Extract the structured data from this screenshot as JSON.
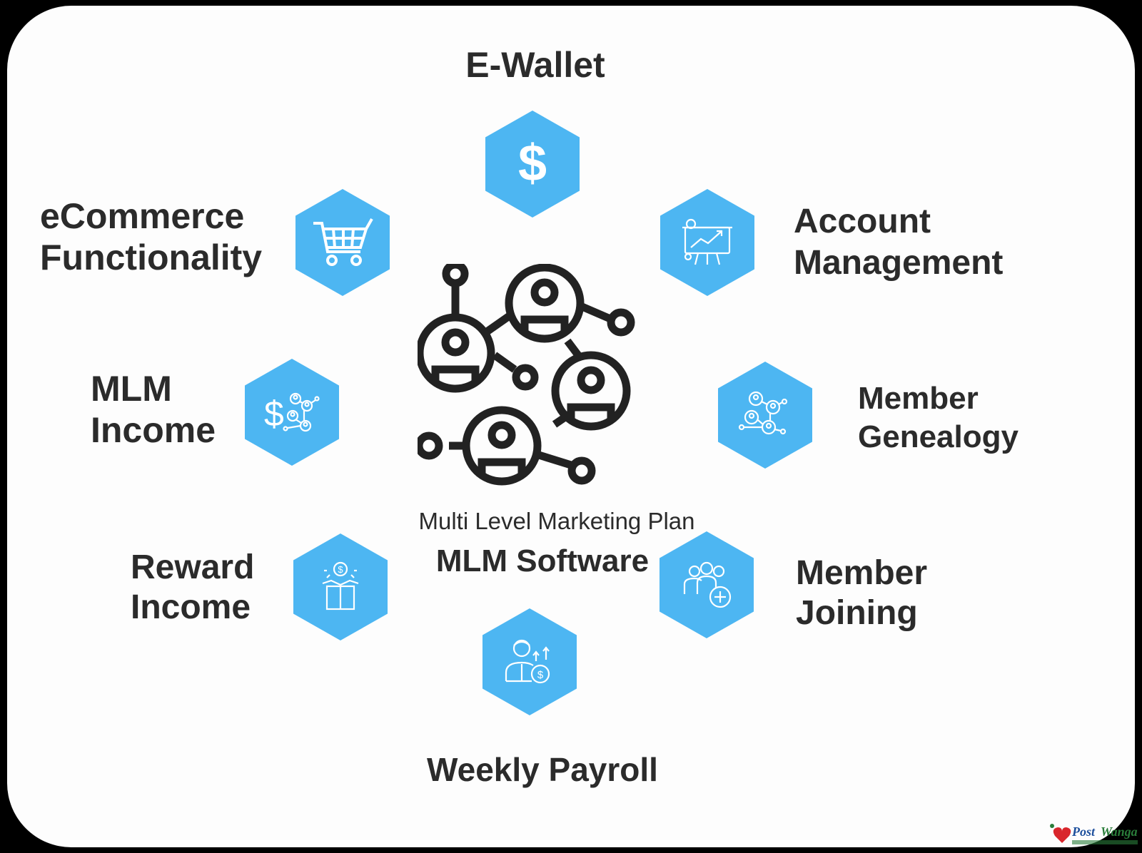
{
  "colors": {
    "hex_fill": "#4db6f2",
    "icon_stroke": "#ffffff",
    "text": "#2b2b2b",
    "center_icon": "#222222"
  },
  "center": {
    "caption": "Multi Level Marketing Plan",
    "title": "MLM Software",
    "icon": "network-people-icon"
  },
  "nodes": [
    {
      "id": "e-wallet",
      "lines": [
        "E-Wallet"
      ],
      "icon": "dollar-icon"
    },
    {
      "id": "account-management",
      "lines": [
        "Account",
        "Management"
      ],
      "icon": "presentation-chart-icon"
    },
    {
      "id": "member-genealogy",
      "lines": [
        "Member",
        "Genealogy"
      ],
      "icon": "genealogy-network-icon"
    },
    {
      "id": "member-joining",
      "lines": [
        "Member",
        "Joining"
      ],
      "icon": "group-add-icon"
    },
    {
      "id": "weekly-payroll",
      "lines": [
        "Weekly Payroll"
      ],
      "icon": "payroll-person-icon"
    },
    {
      "id": "reward-income",
      "lines": [
        "Reward",
        "Income"
      ],
      "icon": "reward-box-icon"
    },
    {
      "id": "mlm-income",
      "lines": [
        "MLM",
        "Income"
      ],
      "icon": "dollar-network-icon"
    },
    {
      "id": "ecommerce-functionality",
      "lines": [
        "eCommerce",
        "Functionality"
      ],
      "icon": "shopping-cart-icon"
    }
  ]
}
